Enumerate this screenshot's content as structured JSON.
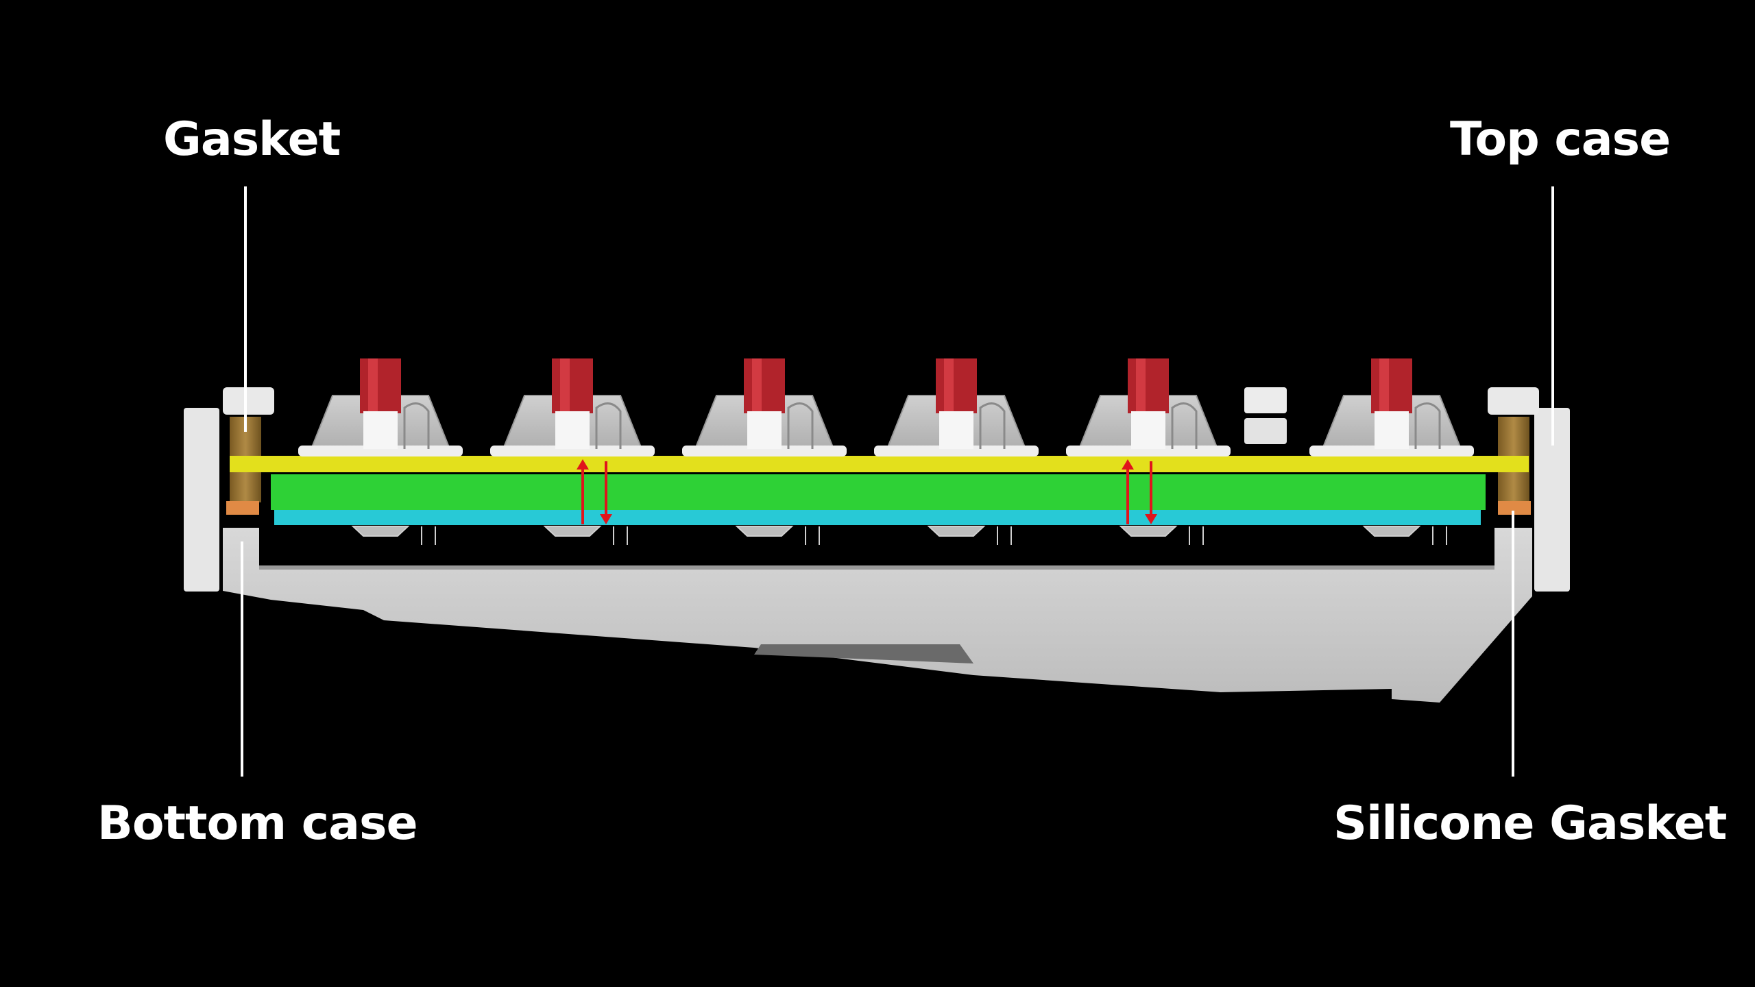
{
  "labels": {
    "gasket": "Gasket",
    "top_case": "Top case",
    "bottom_case": "Bottom case",
    "silicone_gasket": "Silicone Gasket"
  },
  "colors": {
    "background": "#000000",
    "label_text": "#ffffff",
    "leader_line": "#ffffff",
    "top_case": "#e6e6e6",
    "bottom_case": "#c8c8c8",
    "plate": "#e3e01c",
    "pcb": "#2ed136",
    "foam": "#28c9d6",
    "gasket": "#a5803a",
    "silicone_gasket": "#e08a45",
    "switch_stem": "#b1232b",
    "switch_housing": "#f2f2f2",
    "flex_arrow": "#e0141c"
  },
  "diagram": {
    "switch_count": 6,
    "flex_arrow_pairs": 2
  }
}
